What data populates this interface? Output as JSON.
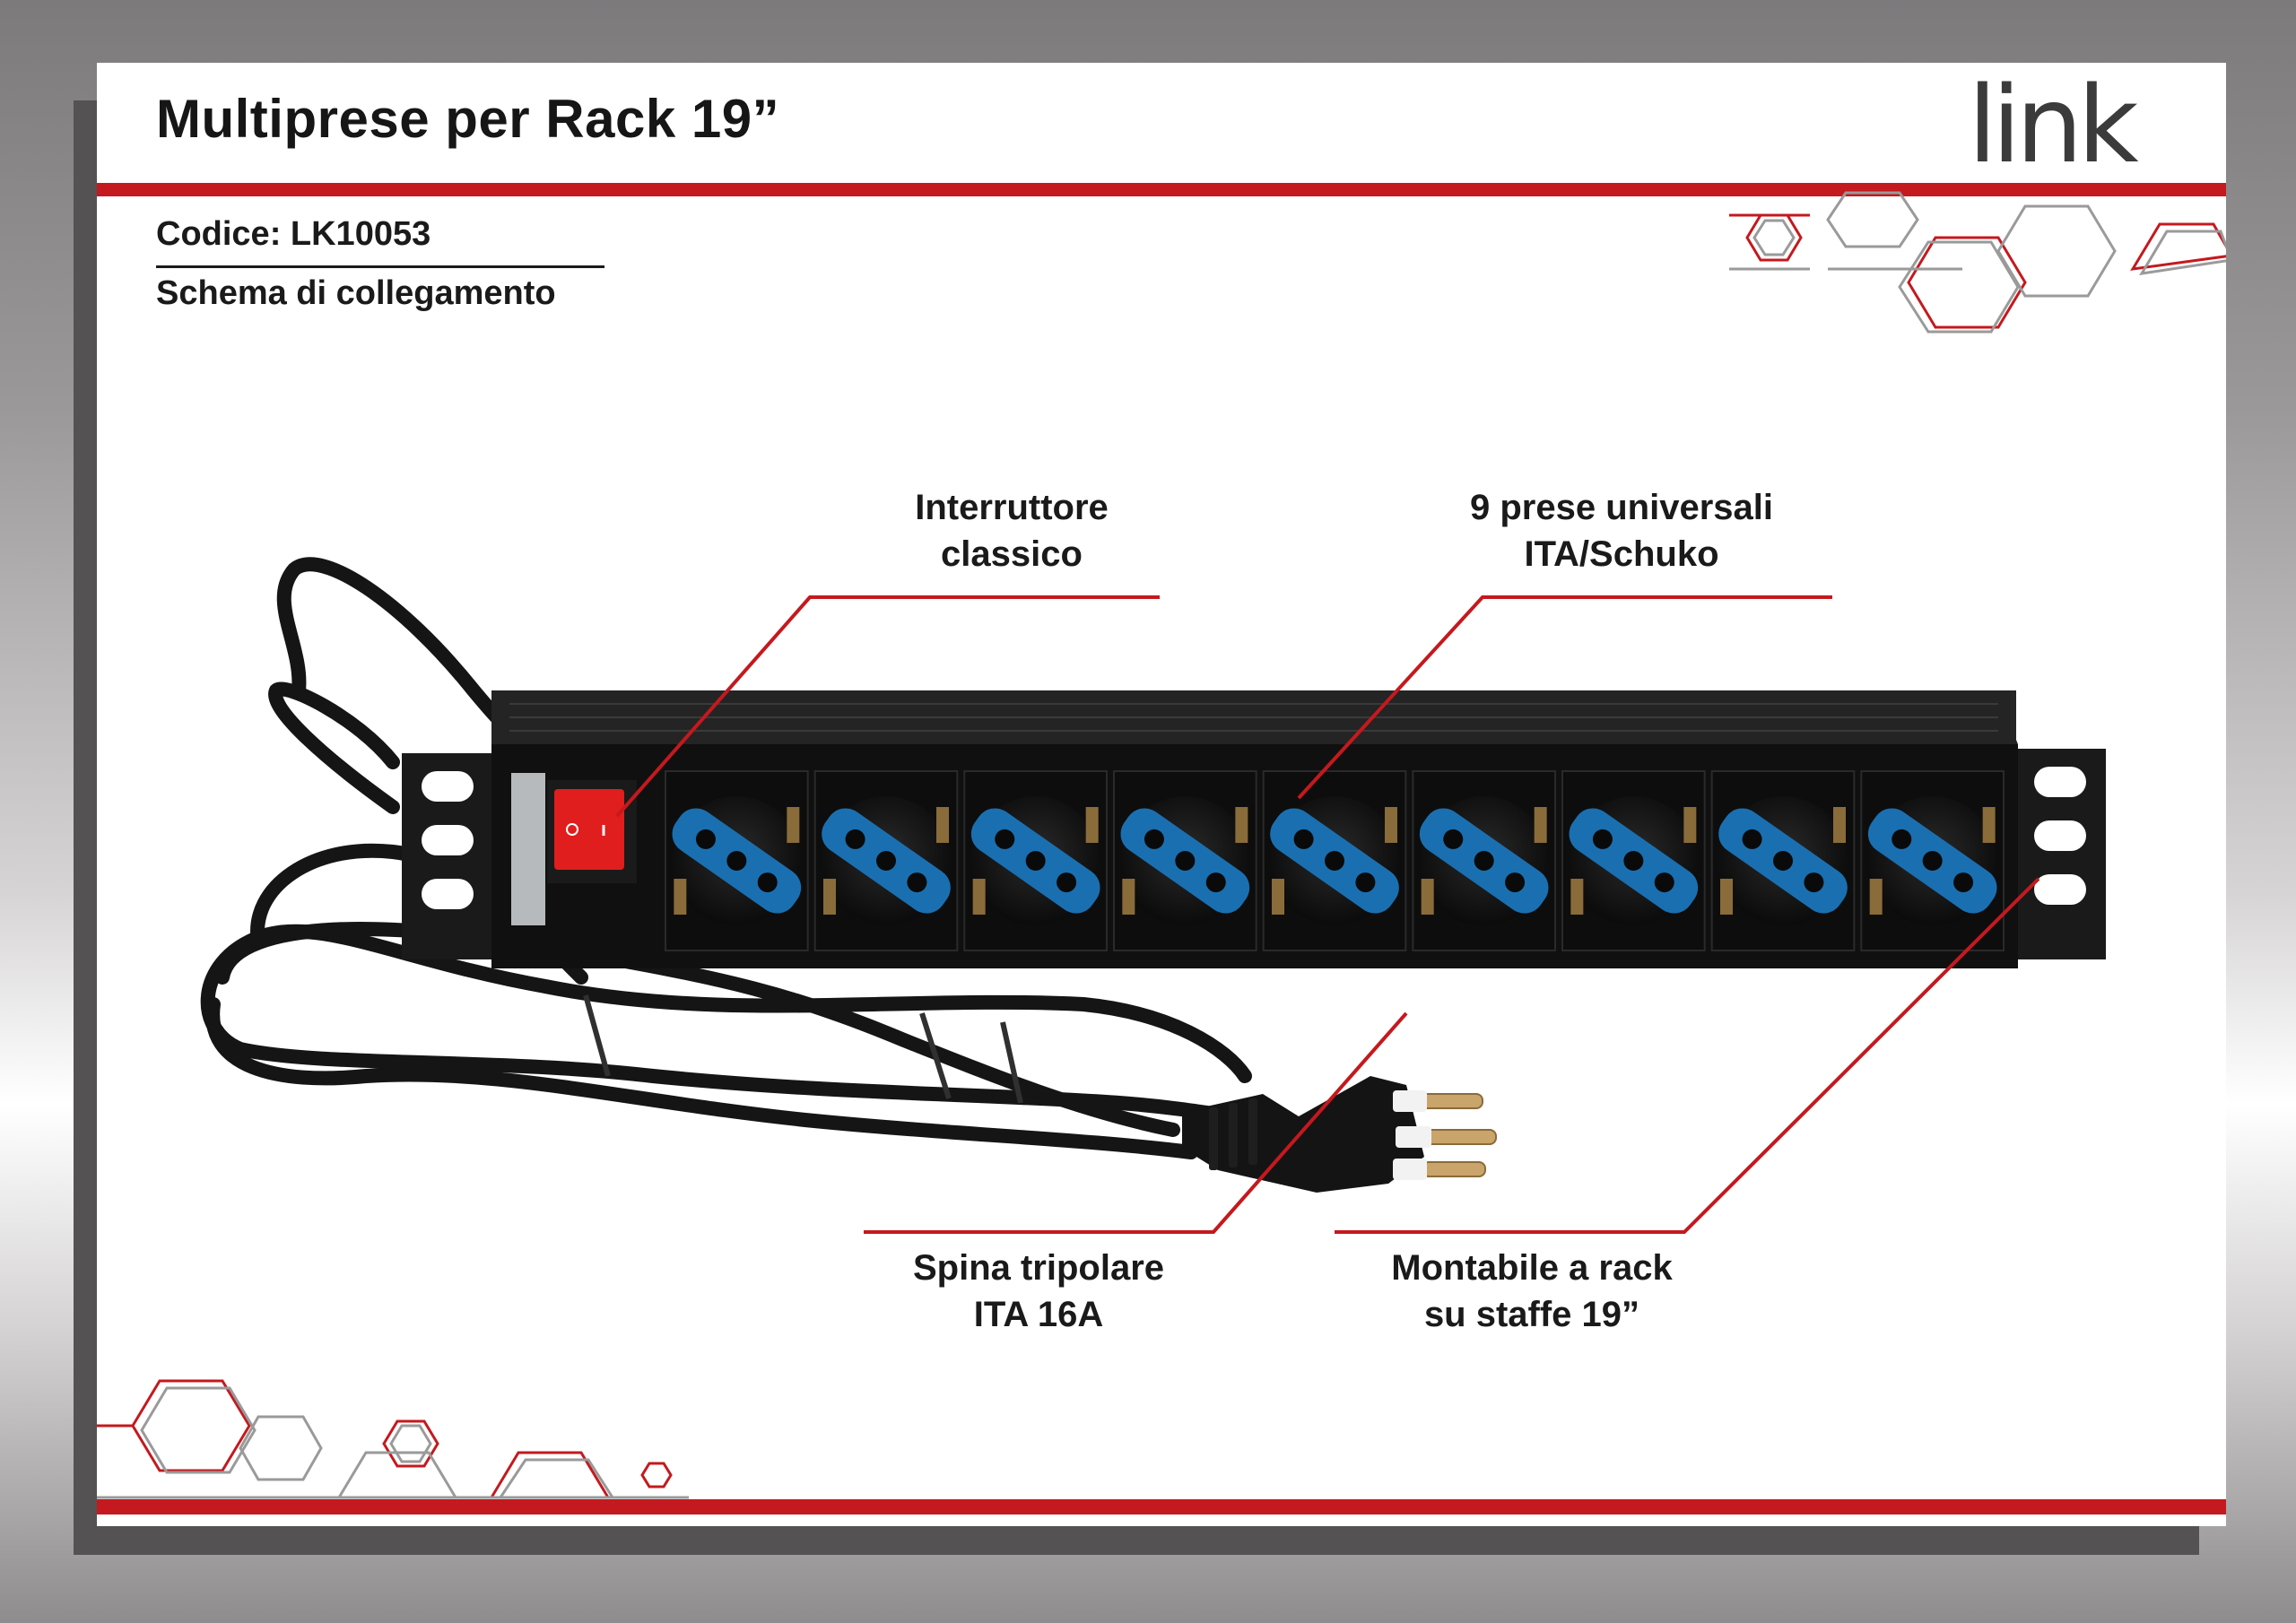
{
  "header": {
    "title": "Multiprese per Rack 19”",
    "brand": "link"
  },
  "info": {
    "code": "Codice: LK10053",
    "subtitle": "Schema di collegamento"
  },
  "callouts": {
    "switch": {
      "line1": "Interruttore",
      "line2": "classico"
    },
    "sockets": {
      "line1": "9 prese universali",
      "line2": "ITA/Schuko"
    },
    "plug": {
      "line1": "Spina tripolare",
      "line2": "ITA 16A"
    },
    "mount": {
      "line1": "Montabile a rack",
      "line2": "su staffe 19”"
    }
  },
  "product": {
    "socket_count": 9
  },
  "colors": {
    "accent_red": "#c4191e",
    "text": "#1a1a1a",
    "socket_blue": "#1a6fb0",
    "switch_red": "#e01e1e",
    "strip_black": "#1c1c1c"
  }
}
